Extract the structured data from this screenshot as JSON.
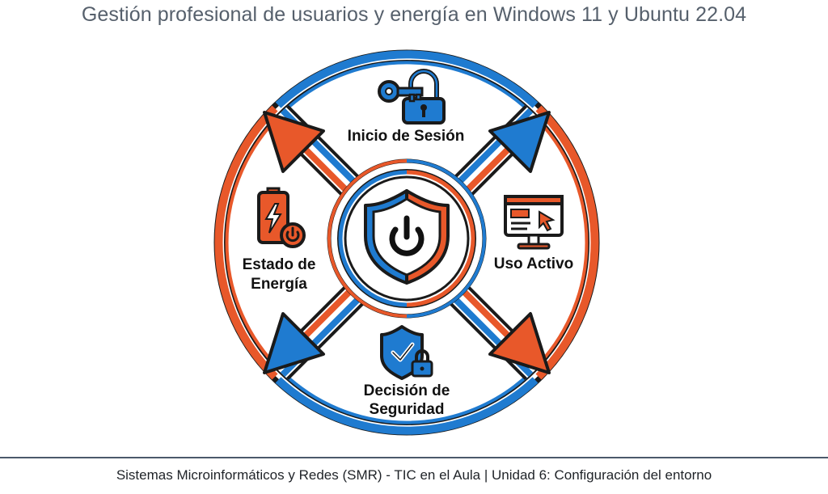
{
  "header": {
    "title": "Gestión profesional de usuarios y energía en Windows 11 y Ubuntu 22.04"
  },
  "diagram": {
    "center_icon": "shield-power-icon",
    "stages": [
      {
        "id": "inicio",
        "label_lines": [
          "Inicio de Sesión"
        ],
        "icon": "key-lock-icon"
      },
      {
        "id": "uso",
        "label_lines": [
          "Uso Activo"
        ],
        "icon": "monitor-cursor-icon"
      },
      {
        "id": "decision",
        "label_lines": [
          "Decisión de",
          "Seguridad"
        ],
        "icon": "shield-check-lock-icon"
      },
      {
        "id": "estado",
        "label_lines": [
          "Estado de",
          "Energía"
        ],
        "icon": "battery-power-icon"
      }
    ],
    "colors": {
      "blue": "#1f7bd0",
      "orange": "#e8582a",
      "dark": "#1a1a1a"
    }
  },
  "footer": {
    "text": "Sistemas Microinformáticos y Redes (SMR) - TIC en el Aula | Unidad 6: Configuración del entorno"
  }
}
